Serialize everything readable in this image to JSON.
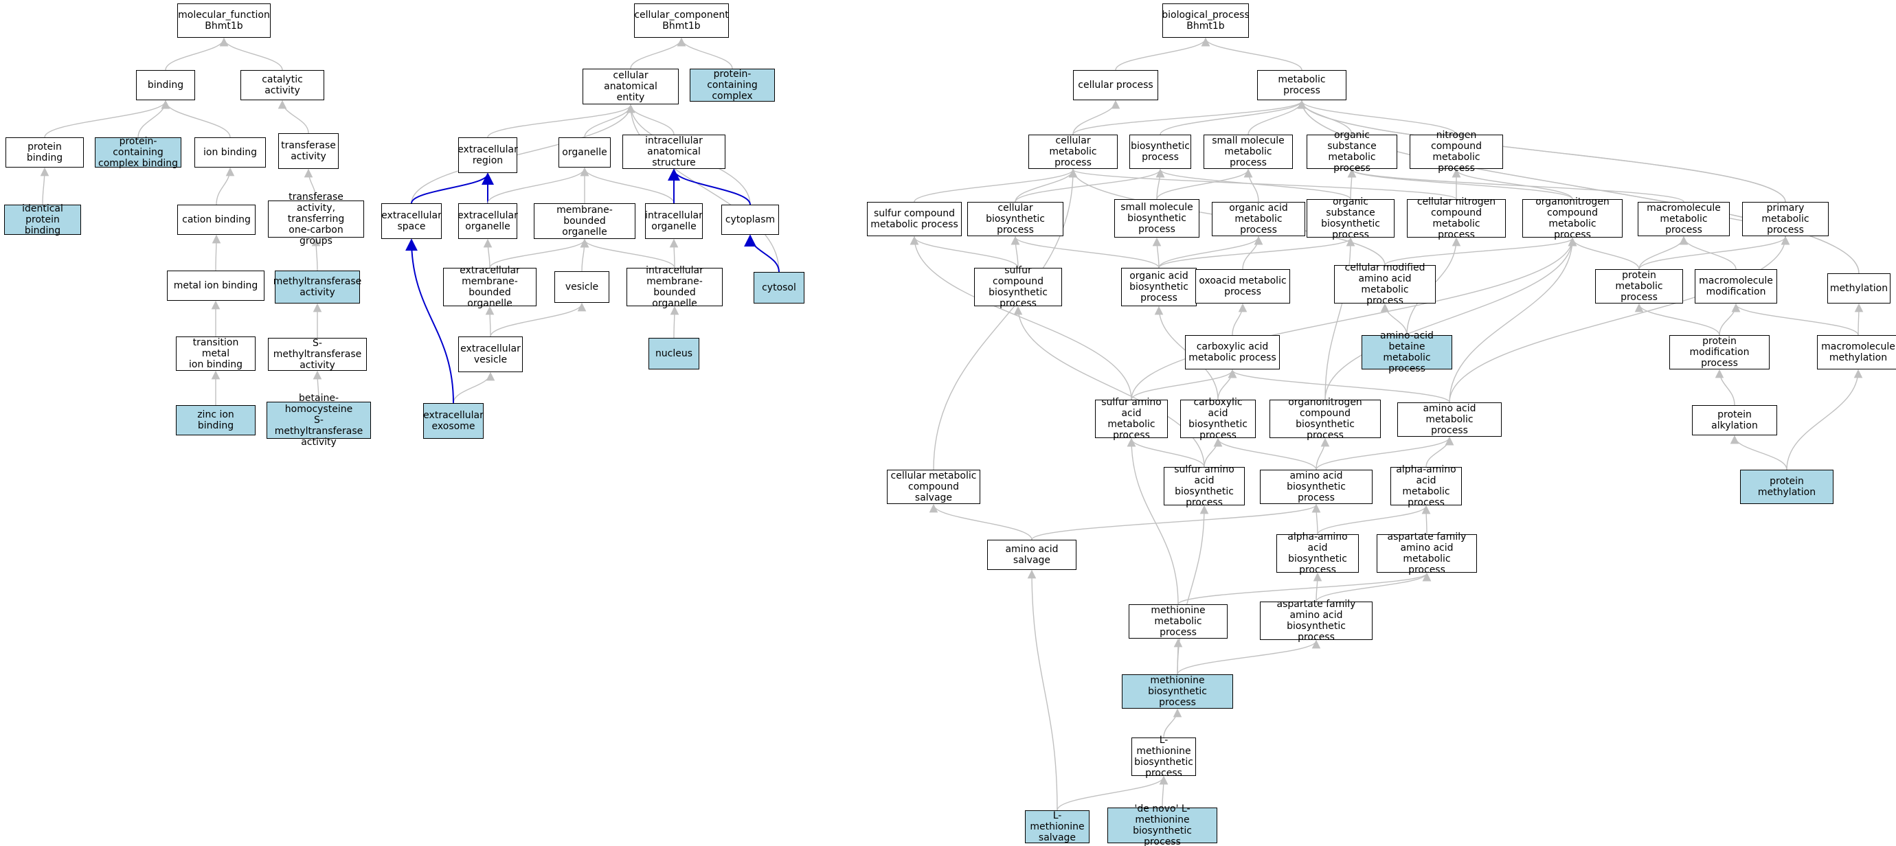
{
  "colors": {
    "highlight": "#add8e6",
    "edge": "#c0c0c0",
    "edge_strong": "#0000cd",
    "border": "#000000"
  },
  "nodes": {
    "mf_root": {
      "label": "molecular_function\nBhmt1b"
    },
    "binding": {
      "label": "binding"
    },
    "catalytic": {
      "label": "catalytic activity"
    },
    "protein_binding": {
      "label": "protein binding"
    },
    "pc_complex_binding": {
      "label": "protein-containing\ncomplex binding",
      "highlight": true
    },
    "ion_binding": {
      "label": "ion binding"
    },
    "transferase": {
      "label": "transferase\nactivity"
    },
    "identical_protein": {
      "label": "identical protein\nbinding",
      "highlight": true
    },
    "cation_binding": {
      "label": "cation binding"
    },
    "transferase_one_carbon": {
      "label": "transferase\nactivity, transferring\none-carbon groups"
    },
    "metal_ion": {
      "label": "metal ion binding"
    },
    "methyltransferase": {
      "label": "methyltransferase\nactivity",
      "highlight": true
    },
    "transition_metal": {
      "label": "transition metal\nion binding"
    },
    "s_methyltransferase": {
      "label": "S-methyltransferase\nactivity"
    },
    "zinc_ion": {
      "label": "zinc ion binding",
      "highlight": true
    },
    "betaine_homocysteine": {
      "label": "betaine-homocysteine\nS-methyltransferase\nactivity",
      "highlight": true
    },
    "cc_root": {
      "label": "cellular_component\nBhmt1b"
    },
    "anatomical_entity": {
      "label": "cellular anatomical\nentity"
    },
    "pc_complex": {
      "label": "protein-containing\ncomplex",
      "highlight": true
    },
    "extracellular_region": {
      "label": "extracellular\nregion"
    },
    "organelle": {
      "label": "organelle"
    },
    "intracellular_structure": {
      "label": "intracellular\nanatomical structure"
    },
    "extracellular_space": {
      "label": "extracellular\nspace"
    },
    "extracellular_organelle": {
      "label": "extracellular\norganelle"
    },
    "membrane_bounded": {
      "label": "membrane-bounded\norganelle"
    },
    "intracellular_organelle": {
      "label": "intracellular\norganelle"
    },
    "cytoplasm": {
      "label": "cytoplasm"
    },
    "extracellular_mb_organelle": {
      "label": "extracellular\nmembrane-bounded\norganelle"
    },
    "vesicle": {
      "label": "vesicle"
    },
    "intracellular_mb_organelle": {
      "label": "intracellular\nmembrane-bounded\norganelle"
    },
    "cytosol": {
      "label": "cytosol",
      "highlight": true
    },
    "extracellular_vesicle": {
      "label": "extracellular\nvesicle"
    },
    "nucleus": {
      "label": "nucleus",
      "highlight": true
    },
    "exosome": {
      "label": "extracellular\nexosome",
      "highlight": true
    },
    "bp_root": {
      "label": "biological_process\nBhmt1b"
    },
    "cellular_process": {
      "label": "cellular process"
    },
    "metabolic_process": {
      "label": "metabolic process"
    },
    "cellular_metabolic": {
      "label": "cellular metabolic\nprocess"
    },
    "biosynthetic": {
      "label": "biosynthetic\nprocess"
    },
    "small_molecule_metabolic": {
      "label": "small molecule\nmetabolic process"
    },
    "organic_substance_metabolic": {
      "label": "organic substance\nmetabolic process"
    },
    "nitrogen_compound_metabolic": {
      "label": "nitrogen compound\nmetabolic process"
    },
    "sulfur_compound_metabolic": {
      "label": "sulfur compound\nmetabolic process"
    },
    "cellular_biosynthetic": {
      "label": "cellular biosynthetic\nprocess"
    },
    "small_molecule_biosynthetic": {
      "label": "small molecule\nbiosynthetic\nprocess"
    },
    "organic_acid_metabolic": {
      "label": "organic acid\nmetabolic process"
    },
    "organic_substance_biosynthetic": {
      "label": "organic substance\nbiosynthetic\nprocess"
    },
    "cellular_nitrogen_compound": {
      "label": "cellular nitrogen\ncompound metabolic\nprocess"
    },
    "organonitrogen_metabolic": {
      "label": "organonitrogen\ncompound metabolic\nprocess"
    },
    "macromolecule_metabolic": {
      "label": "macromolecule\nmetabolic process"
    },
    "primary_metabolic": {
      "label": "primary metabolic\nprocess"
    },
    "sulfur_compound_biosynthetic": {
      "label": "sulfur compound\nbiosynthetic\nprocess"
    },
    "organic_acid_biosynthetic": {
      "label": "organic acid\nbiosynthetic\nprocess"
    },
    "oxoacid_metabolic": {
      "label": "oxoacid metabolic\nprocess"
    },
    "cellular_modified_amino_acid": {
      "label": "cellular modified\namino acid metabolic\nprocess"
    },
    "protein_metabolic": {
      "label": "protein metabolic\nprocess"
    },
    "macromolecule_modification": {
      "label": "macromolecule\nmodification"
    },
    "methylation": {
      "label": "methylation"
    },
    "carboxylic_acid_metabolic": {
      "label": "carboxylic acid\nmetabolic process"
    },
    "amino_acid_betaine": {
      "label": "amino-acid betaine\nmetabolic process",
      "highlight": true
    },
    "protein_modification": {
      "label": "protein modification\nprocess"
    },
    "macromolecule_methylation": {
      "label": "macromolecule\nmethylation"
    },
    "sulfur_amino_acid_metabolic": {
      "label": "sulfur amino\nacid metabolic\nprocess"
    },
    "carboxylic_acid_biosynthetic": {
      "label": "carboxylic acid\nbiosynthetic\nprocess"
    },
    "organonitrogen_biosynthetic": {
      "label": "organonitrogen\ncompound biosynthetic\nprocess"
    },
    "amino_acid_metabolic": {
      "label": "amino acid metabolic\nprocess"
    },
    "protein_alkylation": {
      "label": "protein alkylation"
    },
    "cellular_metabolic_salvage": {
      "label": "cellular metabolic\ncompound salvage"
    },
    "sulfur_amino_acid_biosynthetic": {
      "label": "sulfur amino\nacid biosynthetic\nprocess"
    },
    "amino_acid_biosynthetic": {
      "label": "amino acid biosynthetic\nprocess"
    },
    "alpha_amino_metabolic": {
      "label": "alpha-amino\nacid metabolic\nprocess"
    },
    "protein_methylation": {
      "label": "protein methylation",
      "highlight": true
    },
    "amino_acid_salvage": {
      "label": "amino acid salvage"
    },
    "alpha_amino_biosynthetic": {
      "label": "alpha-amino\nacid biosynthetic\nprocess"
    },
    "aspartate_metabolic": {
      "label": "aspartate family\namino acid metabolic\nprocess"
    },
    "methionine_metabolic": {
      "label": "methionine metabolic\nprocess"
    },
    "aspartate_biosynthetic": {
      "label": "aspartate family\namino acid biosynthetic\nprocess"
    },
    "methionine_biosynthetic": {
      "label": "methionine biosynthetic\nprocess",
      "highlight": true
    },
    "l_methionine_biosynthetic": {
      "label": "L-methionine\nbiosynthetic\nprocess"
    },
    "l_methionine_salvage": {
      "label": "L-methionine\nsalvage",
      "highlight": true
    },
    "de_novo_l_methionine": {
      "label": "'de novo' L-methionine\nbiosynthetic\nprocess",
      "highlight": true
    }
  },
  "edges": [
    [
      "binding",
      "mf_root"
    ],
    [
      "catalytic",
      "mf_root"
    ],
    [
      "protein_binding",
      "binding"
    ],
    [
      "pc_complex_binding",
      "binding"
    ],
    [
      "ion_binding",
      "binding"
    ],
    [
      "transferase",
      "catalytic"
    ],
    [
      "identical_protein",
      "protein_binding"
    ],
    [
      "cation_binding",
      "ion_binding"
    ],
    [
      "transferase_one_carbon",
      "transferase"
    ],
    [
      "metal_ion",
      "cation_binding"
    ],
    [
      "methyltransferase",
      "transferase_one_carbon"
    ],
    [
      "transition_metal",
      "metal_ion"
    ],
    [
      "s_methyltransferase",
      "methyltransferase"
    ],
    [
      "zinc_ion",
      "transition_metal"
    ],
    [
      "betaine_homocysteine",
      "s_methyltransferase"
    ],
    [
      "anatomical_entity",
      "cc_root"
    ],
    [
      "pc_complex",
      "cc_root"
    ],
    [
      "extracellular_region",
      "anatomical_entity"
    ],
    [
      "organelle",
      "anatomical_entity"
    ],
    [
      "intracellular_structure",
      "anatomical_entity"
    ],
    [
      "extracellular_space",
      "anatomical_entity"
    ],
    [
      "cytoplasm",
      "anatomical_entity"
    ],
    [
      "cytosol",
      "anatomical_entity"
    ],
    [
      "extracellular_space",
      "extracellular_region",
      "strong"
    ],
    [
      "extracellular_organelle",
      "extracellular_region",
      "strong"
    ],
    [
      "extracellular_organelle",
      "organelle"
    ],
    [
      "membrane_bounded",
      "organelle"
    ],
    [
      "intracellular_organelle",
      "organelle"
    ],
    [
      "intracellular_organelle",
      "intracellular_structure",
      "strong"
    ],
    [
      "cytoplasm",
      "intracellular_structure",
      "strong"
    ],
    [
      "extracellular_mb_organelle",
      "extracellular_organelle"
    ],
    [
      "extracellular_mb_organelle",
      "membrane_bounded"
    ],
    [
      "vesicle",
      "membrane_bounded"
    ],
    [
      "intracellular_mb_organelle",
      "membrane_bounded"
    ],
    [
      "intracellular_mb_organelle",
      "intracellular_organelle"
    ],
    [
      "cytosol",
      "cytoplasm",
      "strong"
    ],
    [
      "extracellular_vesicle",
      "extracellular_mb_organelle"
    ],
    [
      "extracellular_vesicle",
      "vesicle"
    ],
    [
      "nucleus",
      "intracellular_mb_organelle"
    ],
    [
      "exosome",
      "extracellular_vesicle"
    ],
    [
      "exosome",
      "extracellular_space",
      "strong"
    ],
    [
      "cellular_process",
      "bp_root"
    ],
    [
      "metabolic_process",
      "bp_root"
    ],
    [
      "cellular_metabolic",
      "cellular_process"
    ],
    [
      "cellular_metabolic",
      "metabolic_process"
    ],
    [
      "biosynthetic",
      "metabolic_process"
    ],
    [
      "small_molecule_metabolic",
      "metabolic_process"
    ],
    [
      "organic_substance_metabolic",
      "metabolic_process"
    ],
    [
      "nitrogen_compound_metabolic",
      "metabolic_process"
    ],
    [
      "primary_metabolic",
      "metabolic_process"
    ],
    [
      "methylation",
      "metabolic_process"
    ],
    [
      "sulfur_compound_metabolic",
      "cellular_metabolic"
    ],
    [
      "cellular_biosynthetic",
      "cellular_metabolic"
    ],
    [
      "cellular_biosynthetic",
      "biosynthetic"
    ],
    [
      "small_molecule_biosynthetic",
      "small_molecule_metabolic"
    ],
    [
      "small_molecule_biosynthetic",
      "biosynthetic"
    ],
    [
      "organic_acid_metabolic",
      "small_molecule_metabolic"
    ],
    [
      "organic_substance_biosynthetic",
      "organic_substance_metabolic"
    ],
    [
      "organic_substance_biosynthetic",
      "biosynthetic"
    ],
    [
      "cellular_nitrogen_compound",
      "nitrogen_compound_metabolic"
    ],
    [
      "cellular_nitrogen_compound",
      "cellular_metabolic"
    ],
    [
      "organonitrogen_metabolic",
      "nitrogen_compound_metabolic"
    ],
    [
      "organonitrogen_metabolic",
      "organic_substance_metabolic"
    ],
    [
      "macromolecule_metabolic",
      "organic_substance_metabolic"
    ],
    [
      "macromolecule_metabolic",
      "primary_metabolic"
    ],
    [
      "primary_metabolic",
      "metabolic_process"
    ],
    [
      "sulfur_compound_biosynthetic",
      "sulfur_compound_metabolic"
    ],
    [
      "sulfur_compound_biosynthetic",
      "cellular_biosynthetic"
    ],
    [
      "organic_acid_biosynthetic",
      "organic_acid_metabolic"
    ],
    [
      "organic_acid_biosynthetic",
      "small_molecule_biosynthetic"
    ],
    [
      "organic_acid_biosynthetic",
      "organic_substance_biosynthetic"
    ],
    [
      "organic_acid_biosynthetic",
      "cellular_biosynthetic"
    ],
    [
      "oxoacid_metabolic",
      "organic_acid_metabolic"
    ],
    [
      "cellular_modified_amino_acid",
      "organonitrogen_metabolic"
    ],
    [
      "cellular_modified_amino_acid",
      "cellular_metabolic"
    ],
    [
      "protein_metabolic",
      "organonitrogen_metabolic"
    ],
    [
      "protein_metabolic",
      "macromolecule_metabolic"
    ],
    [
      "protein_metabolic",
      "primary_metabolic"
    ],
    [
      "macromolecule_modification",
      "macromolecule_metabolic"
    ],
    [
      "methylation",
      "metabolic_process"
    ],
    [
      "carboxylic_acid_metabolic",
      "oxoacid_metabolic"
    ],
    [
      "amino_acid_betaine",
      "cellular_modified_amino_acid"
    ],
    [
      "amino_acid_betaine",
      "cellular_nitrogen_compound"
    ],
    [
      "protein_modification",
      "protein_metabolic"
    ],
    [
      "protein_modification",
      "macromolecule_modification"
    ],
    [
      "macromolecule_methylation",
      "macromolecule_modification"
    ],
    [
      "macromolecule_methylation",
      "methylation"
    ],
    [
      "sulfur_amino_acid_metabolic",
      "carboxylic_acid_metabolic"
    ],
    [
      "sulfur_amino_acid_metabolic",
      "sulfur_compound_metabolic"
    ],
    [
      "sulfur_amino_acid_metabolic",
      "organonitrogen_metabolic"
    ],
    [
      "carboxylic_acid_biosynthetic",
      "carboxylic_acid_metabolic"
    ],
    [
      "carboxylic_acid_biosynthetic",
      "organic_acid_biosynthetic"
    ],
    [
      "organonitrogen_biosynthetic",
      "organonitrogen_metabolic"
    ],
    [
      "organonitrogen_biosynthetic",
      "organic_substance_biosynthetic"
    ],
    [
      "amino_acid_metabolic",
      "carboxylic_acid_metabolic"
    ],
    [
      "amino_acid_metabolic",
      "organonitrogen_metabolic"
    ],
    [
      "amino_acid_metabolic",
      "primary_metabolic"
    ],
    [
      "protein_alkylation",
      "protein_modification"
    ],
    [
      "cellular_metabolic_salvage",
      "cellular_metabolic"
    ],
    [
      "sulfur_amino_acid_biosynthetic",
      "sulfur_amino_acid_metabolic"
    ],
    [
      "sulfur_amino_acid_biosynthetic",
      "carboxylic_acid_biosynthetic"
    ],
    [
      "sulfur_amino_acid_biosynthetic",
      "sulfur_compound_biosynthetic"
    ],
    [
      "amino_acid_biosynthetic",
      "amino_acid_metabolic"
    ],
    [
      "amino_acid_biosynthetic",
      "carboxylic_acid_biosynthetic"
    ],
    [
      "amino_acid_biosynthetic",
      "organonitrogen_biosynthetic"
    ],
    [
      "alpha_amino_metabolic",
      "amino_acid_metabolic"
    ],
    [
      "protein_methylation",
      "protein_alkylation"
    ],
    [
      "protein_methylation",
      "macromolecule_methylation"
    ],
    [
      "amino_acid_salvage",
      "cellular_metabolic_salvage"
    ],
    [
      "amino_acid_salvage",
      "amino_acid_biosynthetic"
    ],
    [
      "alpha_amino_biosynthetic",
      "amino_acid_biosynthetic"
    ],
    [
      "alpha_amino_biosynthetic",
      "alpha_amino_metabolic"
    ],
    [
      "aspartate_metabolic",
      "alpha_amino_metabolic"
    ],
    [
      "methionine_metabolic",
      "sulfur_amino_acid_metabolic"
    ],
    [
      "methionine_metabolic",
      "aspartate_metabolic"
    ],
    [
      "aspartate_biosynthetic",
      "aspartate_metabolic"
    ],
    [
      "aspartate_biosynthetic",
      "alpha_amino_biosynthetic"
    ],
    [
      "methionine_biosynthetic",
      "methionine_metabolic"
    ],
    [
      "methionine_biosynthetic",
      "aspartate_biosynthetic"
    ],
    [
      "methionine_biosynthetic",
      "sulfur_amino_acid_biosynthetic"
    ],
    [
      "l_methionine_biosynthetic",
      "methionine_biosynthetic"
    ],
    [
      "l_methionine_salvage",
      "l_methionine_biosynthetic"
    ],
    [
      "l_methionine_salvage",
      "amino_acid_salvage"
    ],
    [
      "de_novo_l_methionine",
      "l_methionine_biosynthetic"
    ]
  ]
}
